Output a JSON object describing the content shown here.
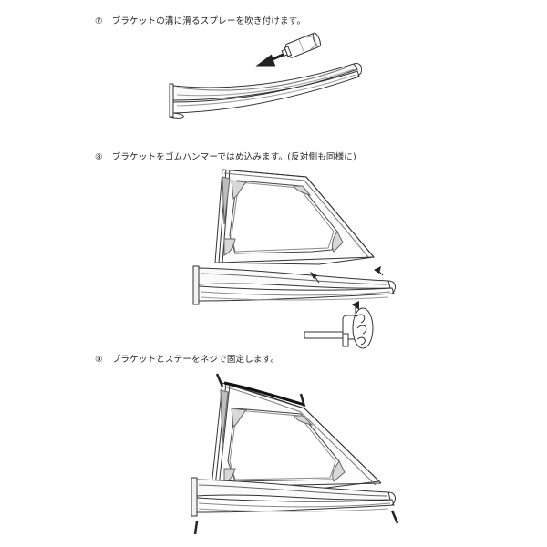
{
  "steps": [
    {
      "num": "⑦",
      "text": "ブラケットの溝に滑るスプレーを吹き付けます。"
    },
    {
      "num": "⑧",
      "text": "ブラケットをゴムハンマーではめ込みます。(反対側も同様に)"
    },
    {
      "num": "⑨",
      "text": "ブラケットとステーをネジで固定します。"
    }
  ]
}
